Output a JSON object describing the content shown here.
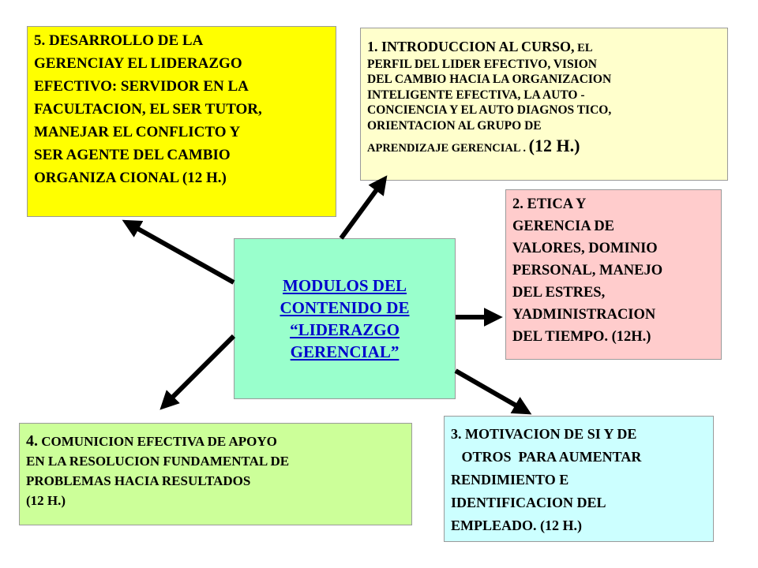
{
  "center": {
    "lines": [
      "MODULOS DEL",
      "CONTENIDO DE",
      "“LIDERAZGO",
      "GERENCIAL”"
    ]
  },
  "module5": {
    "lines": [
      "5.  DESARROLLO DE LA",
      "GERENCIAY EL LIDERAZGO",
      "EFECTIVO: SERVIDOR EN LA",
      "FACULTACION, EL SER TUTOR,",
      "MANEJAR EL CONFLICTO  Y",
      "SER AGENTE DEL CAMBIO",
      "ORGANIZA CIONAL   (12 h.)"
    ]
  },
  "module1": {
    "line1_main": "1. INTRODUCCION AL CURSO,",
    "line1_small": " EL",
    "lines": [
      "PERFIL DEL LIDER EFECTIVO, VISION",
      "DEL CAMBIO  HACIA  LA ORGANIZACION",
      "INTELIGENTE   EFECTIVA,  LA AUTO -",
      "CONCIENCIA Y  EL AUTO DIAGNOS TICO,",
      "ORIENTACION  AL GRUPO  DE"
    ],
    "last_small": "APRENDIZAJE GERENCIAL . ",
    "last_big": "(12 h.)"
  },
  "module2": {
    "lines": [
      "2.   ETICA Y",
      "GERENCIA DE",
      "VALORES, DOMINIO",
      "PERSONAL, MANEJO",
      "DEL ESTRES,",
      "YADMINISTRACION",
      "DEL TIEMPO.  (12h.)"
    ]
  },
  "module3": {
    "lines": [
      "3. MOTIVACION DE SI Y DE",
      "   OTROS  PARA AUMENTAR",
      "RENDIMIENTO E",
      "IDENTIFICACION DEL",
      "EMPLEADO.      (12 h.)"
    ]
  },
  "module4": {
    "line1_big": "4.",
    "line1_rest": " COMUNICION   EFECTIVA DE APOYO",
    "lines": [
      "EN LA RESOLUCION FUNDAMENTAL DE",
      "PROBLEMAS  HACIA RESULTADOS",
      "(12 h.)"
    ]
  },
  "colors": {
    "module5_bg": "#ffff00",
    "module1_bg": "#ffffcc",
    "module2_bg": "#ffcccc",
    "center_bg": "#99ffcc",
    "center_text": "#0000cc",
    "module4_bg": "#ccff99",
    "module3_bg": "#ccffff",
    "arrow": "#000000"
  }
}
